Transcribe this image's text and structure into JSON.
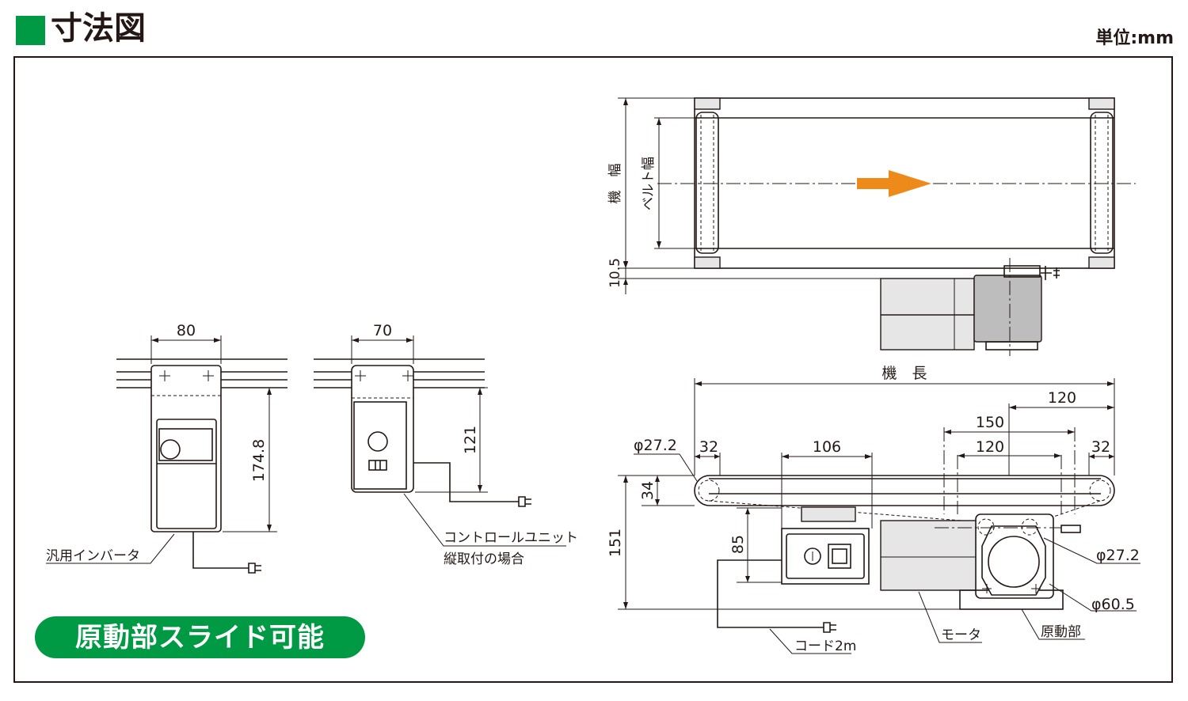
{
  "header": {
    "title": "寸法図",
    "unit": "単位:mm",
    "title_mark_color": "#009944"
  },
  "badge": {
    "text": "原動部スライド可能",
    "color": "#009944"
  },
  "arrow_color": "#ed8a19",
  "inverter": {
    "label": "汎用インバータ",
    "width": "80",
    "height": "174.8"
  },
  "control_unit": {
    "label_line1": "コントロールユニット",
    "label_line2": "縦取付の場合",
    "width": "70",
    "height": "121"
  },
  "top_view": {
    "machine_width": "機　幅",
    "belt_width": "ベルト幅",
    "offset": "10.5"
  },
  "side_view": {
    "machine_length": "機　長",
    "dim_120_top": "120",
    "dim_150": "150",
    "dim_120_mid": "120",
    "dim_106": "106",
    "dim_32_left": "32",
    "dim_32_right": "32",
    "dim_34": "34",
    "dim_151": "151",
    "dim_85": "85",
    "pulley_left": "φ27.2",
    "pulley_drive": "φ27.2",
    "drive_diameter": "φ60.5",
    "cord": "コード2m",
    "motor": "モータ",
    "drive": "原動部"
  }
}
